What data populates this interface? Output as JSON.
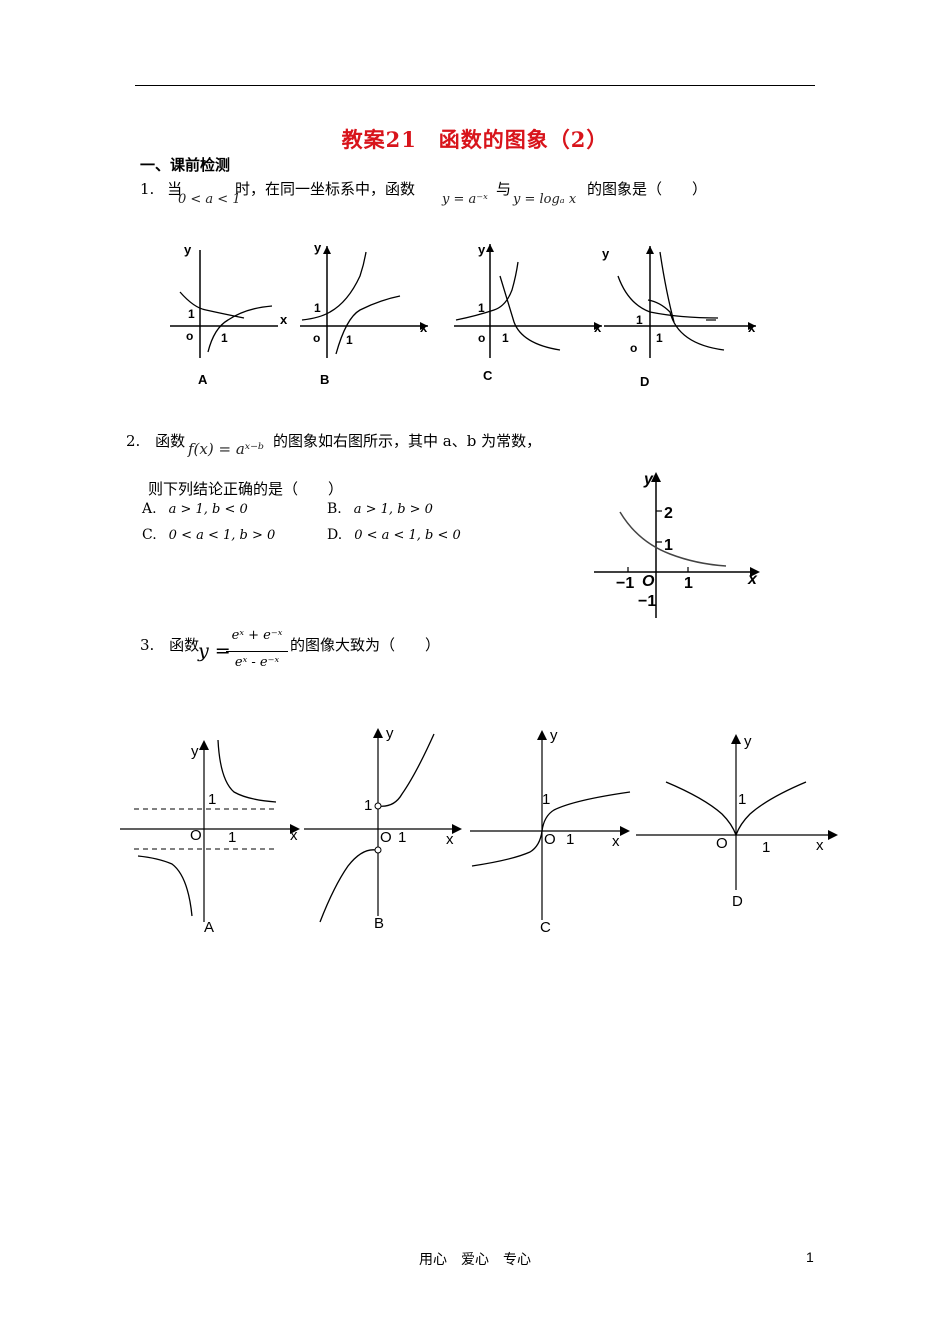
{
  "title": "教案21　函数的图象（2）",
  "section": "一、课前检测",
  "q1": {
    "num": "1.",
    "text_a": "当",
    "cond": "0 < a < 1",
    "text_b": "时，在同一坐标系中，函数",
    "f1": "y = a⁻ˣ",
    "text_c": "与",
    "f2": "y = logₐ x",
    "text_d": "的图象是（　　）",
    "graphs": [
      {
        "label": "A",
        "ylabel": "y",
        "xlabel": "x",
        "origin": "o",
        "one_x": "1",
        "one_y": "1"
      },
      {
        "label": "B",
        "ylabel": "y",
        "xlabel": "x",
        "origin": "o",
        "one_x": "1",
        "one_y": "1"
      },
      {
        "label": "C",
        "ylabel": "y",
        "xlabel": "x",
        "origin": "o",
        "one_x": "1",
        "one_y": "1"
      },
      {
        "label": "D",
        "ylabel": "y",
        "xlabel": "x",
        "origin": "o",
        "one_x": "1",
        "one_y": "1"
      }
    ]
  },
  "q2": {
    "num": "2.",
    "text_a": "函数",
    "func": "f(x) = aˣ⁻ᵇ",
    "text_b": "的图象如右图所示，其中 a、b 为常数，",
    "text_c": "则下列结论正确的是（　　）",
    "options": [
      {
        "key": "A.",
        "val": "a > 1, b < 0"
      },
      {
        "key": "B.",
        "val": "a > 1, b > 0"
      },
      {
        "key": "C.",
        "val": "0 < a < 1, b > 0"
      },
      {
        "key": "D.",
        "val": "0 < a < 1, b < 0"
      }
    ],
    "graph": {
      "ylabel": "y",
      "xlabel": "x",
      "origin": "O",
      "t2": "2",
      "t1": "1",
      "tneg1x": "−1",
      "tneg1y": "−1",
      "t1x": "1"
    }
  },
  "q3": {
    "num": "3.",
    "text_a": "函数",
    "y": "y =",
    "numerator": "eˣ + e⁻ˣ",
    "denominator": "eˣ - e⁻ˣ",
    "text_b": "的图像大致为（　　）",
    "graphs": [
      {
        "label": "A",
        "ylabel": "y",
        "xlabel": "x",
        "origin": "O",
        "one_x": "1",
        "one_y": "1"
      },
      {
        "label": "B",
        "ylabel": "y",
        "xlabel": "x",
        "origin": "O",
        "one_x": "1",
        "one_y": "1"
      },
      {
        "label": "C",
        "ylabel": "y",
        "xlabel": "x",
        "origin": "O",
        "one_x": "1",
        "one_y": "1"
      },
      {
        "label": "D",
        "ylabel": "y",
        "xlabel": "x",
        "origin": "O",
        "one_x": "1",
        "one_y": "1"
      }
    ]
  },
  "footer": "用心　爱心　专心",
  "page_number": "1"
}
